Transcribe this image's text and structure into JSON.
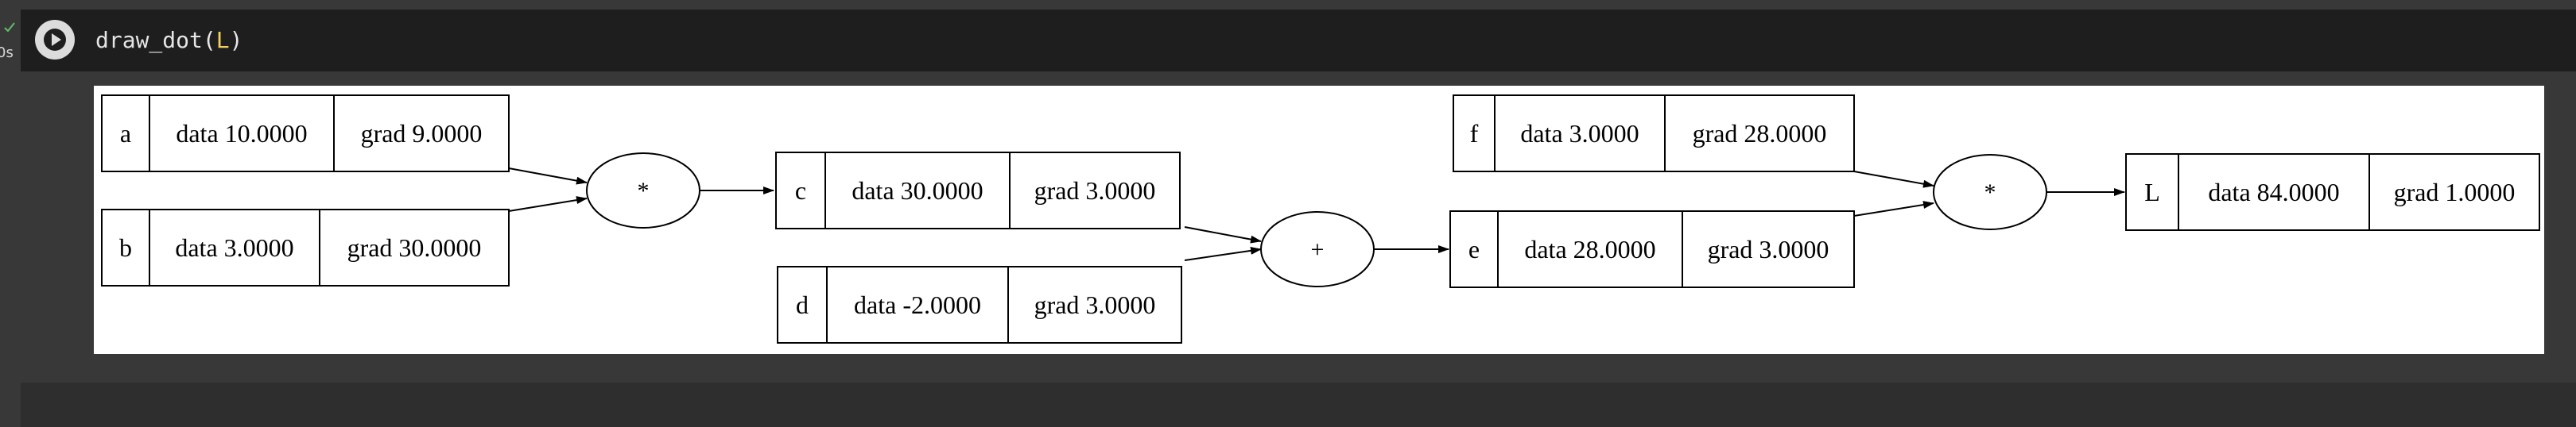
{
  "cell": {
    "status_icon": "check-icon",
    "exec_time": "0s",
    "run_icon": "play-icon",
    "code_func": "draw_dot(",
    "code_arg": "L",
    "code_close": ")"
  },
  "graph": {
    "nodes": [
      {
        "label": "a",
        "data": "data 10.0000",
        "grad": "grad 9.0000"
      },
      {
        "label": "b",
        "data": "data 3.0000",
        "grad": "grad 30.0000"
      },
      {
        "label": "c",
        "data": "data 30.0000",
        "grad": "grad 3.0000"
      },
      {
        "label": "d",
        "data": "data -2.0000",
        "grad": "grad 3.0000"
      },
      {
        "label": "e",
        "data": "data 28.0000",
        "grad": "grad 3.0000"
      },
      {
        "label": "f",
        "data": "data 3.0000",
        "grad": "grad 28.0000"
      },
      {
        "label": "L",
        "data": "data 84.0000",
        "grad": "grad 1.0000"
      }
    ],
    "ops": [
      {
        "symbol": "*"
      },
      {
        "symbol": "+"
      },
      {
        "symbol": "*"
      }
    ]
  }
}
